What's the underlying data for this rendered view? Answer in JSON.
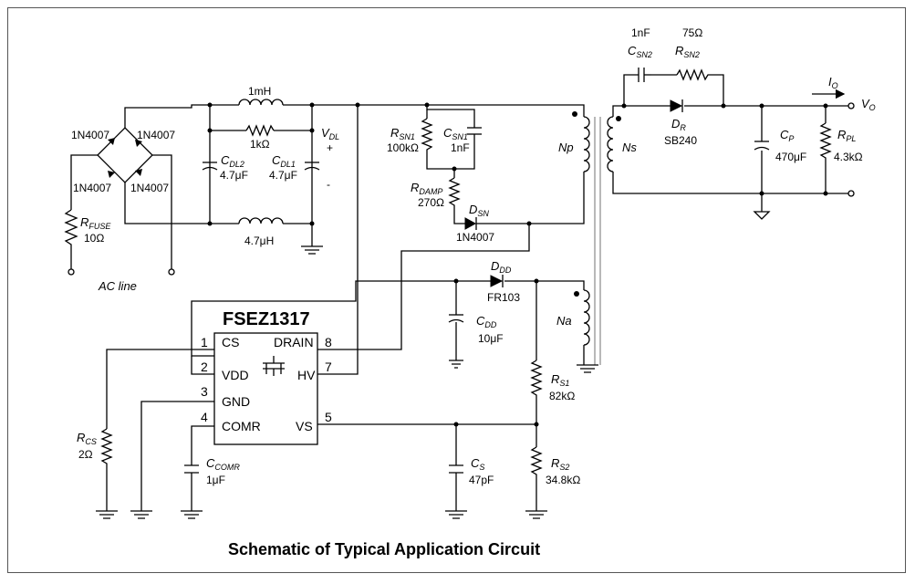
{
  "title": "Schematic of Typical Application Circuit",
  "ic": {
    "name": "FSEZ1317",
    "pins": [
      {
        "num": "1",
        "label": "CS"
      },
      {
        "num": "2",
        "label": "VDD"
      },
      {
        "num": "3",
        "label": "GND"
      },
      {
        "num": "4",
        "label": "COMR"
      },
      {
        "num": "5",
        "label": "VS"
      },
      {
        "num": "7",
        "label": "HV"
      },
      {
        "num": "8",
        "label": "DRAIN"
      }
    ]
  },
  "input": {
    "ac_line": "AC line",
    "bridge_diodes": [
      "1N4007",
      "1N4007",
      "1N4007",
      "1N4007"
    ],
    "rfuse": {
      "name": "R",
      "sub": "FUSE",
      "value": "10Ω"
    },
    "l1": "1mH",
    "r_parallel": "1kΩ",
    "l2": "4.7μH",
    "cdl2": {
      "name": "C",
      "sub": "DL2",
      "value": "4.7μF"
    },
    "cdl1": {
      "name": "C",
      "sub": "DL1",
      "value": "4.7μF"
    },
    "vdl": {
      "name": "V",
      "sub": "DL",
      "plus": "+",
      "minus": "-"
    }
  },
  "snubber": {
    "rsn1": {
      "name": "R",
      "sub": "SN1",
      "value": "100kΩ"
    },
    "csn1": {
      "name": "C",
      "sub": "SN1",
      "value": "1nF"
    },
    "rdamp": {
      "name": "R",
      "sub": "DAMP",
      "value": "270Ω"
    },
    "dsn": {
      "name": "D",
      "sub": "SN",
      "value": "1N4007"
    }
  },
  "transformer": {
    "np": "Np",
    "ns": "Ns",
    "na": "Na"
  },
  "secondary": {
    "csn2": {
      "name": "C",
      "sub": "SN2",
      "value": "1nF"
    },
    "rsn2": {
      "name": "R",
      "sub": "SN2",
      "value": "75Ω"
    },
    "dr": {
      "name": "D",
      "sub": "R",
      "value": "SB240"
    },
    "cp": {
      "name": "C",
      "sub": "P",
      "value": "470μF"
    },
    "rpl": {
      "name": "R",
      "sub": "PL",
      "value": "4.3kΩ"
    },
    "io": {
      "name": "I",
      "sub": "O"
    },
    "vo": {
      "name": "V",
      "sub": "O"
    }
  },
  "aux": {
    "ddd": {
      "name": "D",
      "sub": "DD",
      "value": "FR103"
    },
    "cdd": {
      "name": "C",
      "sub": "DD",
      "value": "10μF"
    },
    "rs1": {
      "name": "R",
      "sub": "S1",
      "value": "82kΩ"
    },
    "rs2": {
      "name": "R",
      "sub": "S2",
      "value": "34.8kΩ"
    },
    "cs": {
      "name": "C",
      "sub": "S",
      "value": "47pF"
    },
    "rcs": {
      "name": "R",
      "sub": "CS",
      "value": "2Ω"
    },
    "ccomr": {
      "name": "C",
      "sub": "COMR",
      "value": "1μF"
    }
  }
}
